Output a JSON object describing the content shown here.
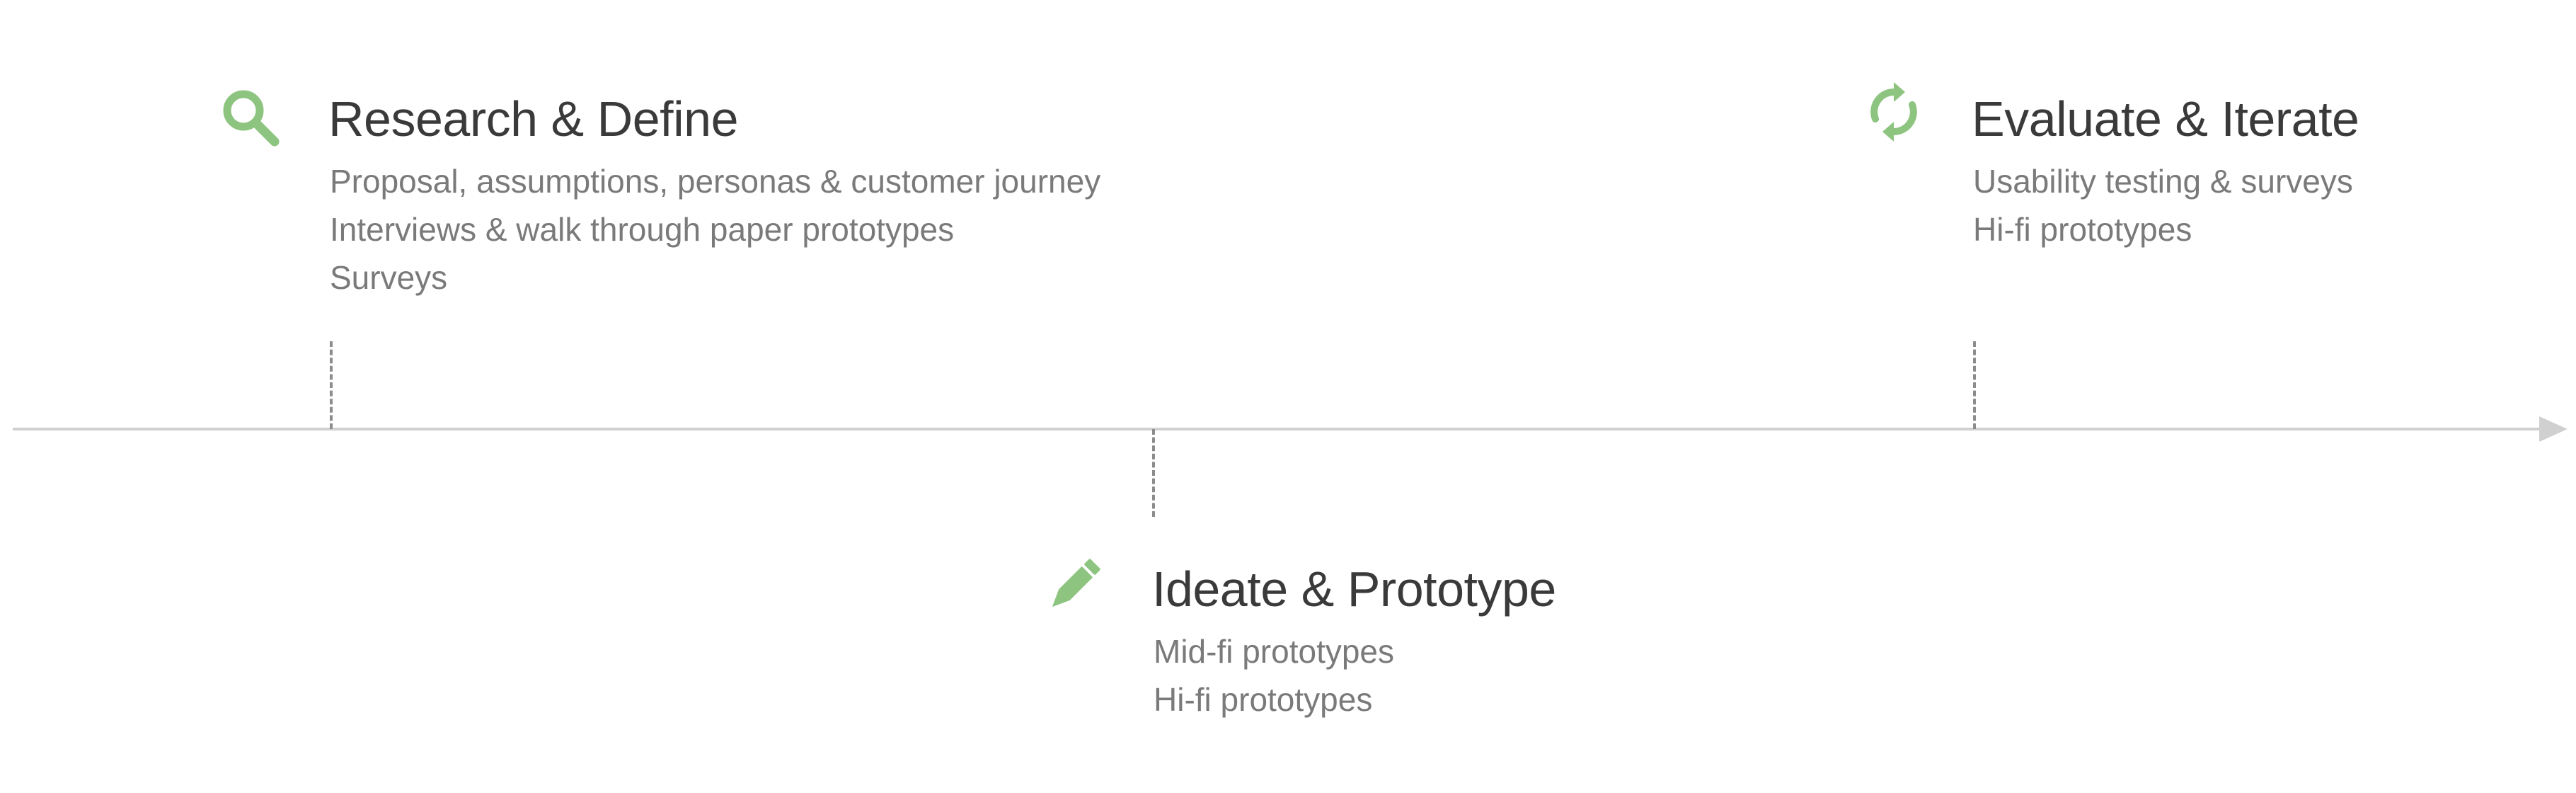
{
  "accent_color": "#8dc47f",
  "stages": [
    {
      "title": "Research & Define",
      "icon": "search-icon",
      "items": [
        "Proposal, assumptions, personas & customer journey",
        "Interviews & walk through paper prototypes",
        "Surveys"
      ]
    },
    {
      "title": "Ideate & Prototype",
      "icon": "pencil-icon",
      "items": [
        "Mid-fi prototypes",
        "Hi-fi prototypes"
      ]
    },
    {
      "title": "Evaluate & Iterate",
      "icon": "refresh-icon",
      "items": [
        "Usability testing & surveys",
        "Hi-fi prototypes"
      ]
    }
  ]
}
